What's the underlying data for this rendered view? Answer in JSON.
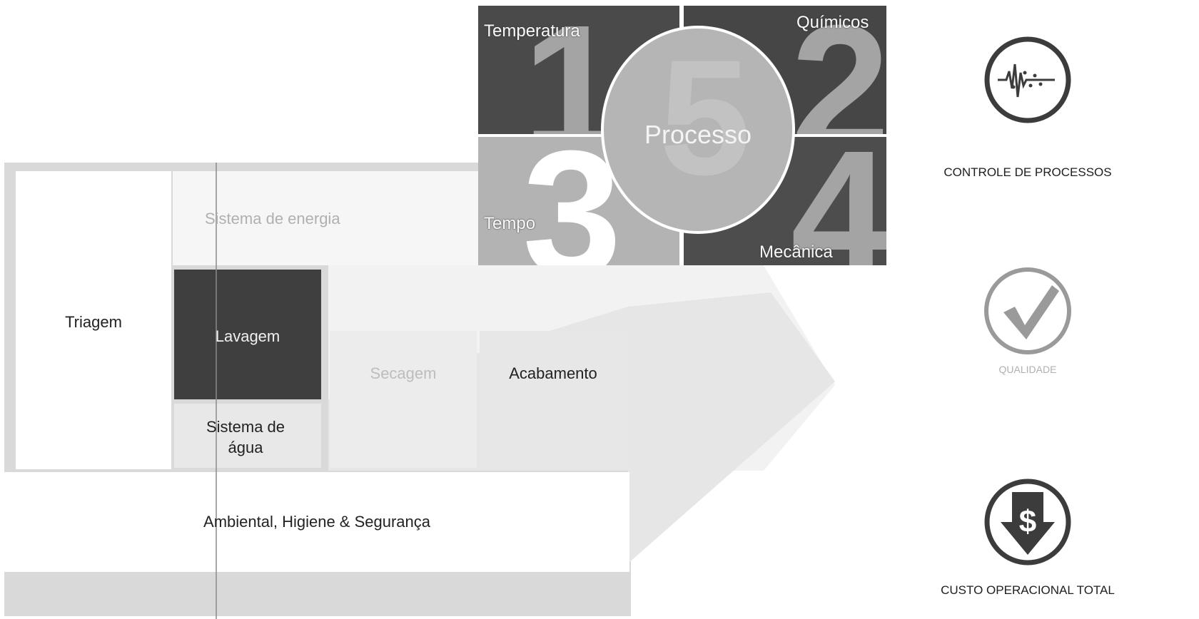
{
  "left_diagram": {
    "triagem": "Triagem",
    "sistema_energia": "Sistema de energia",
    "lavagem": "Lavagem",
    "sistema_agua": "Sistema de água",
    "secagem": "Secagem",
    "acabamento": "Acabamento",
    "ambiental": "Ambiental, Higiene & Segurança"
  },
  "quadrant": {
    "q1_label": "Temperatura",
    "q1_number": "1",
    "q2_label": "Químicos",
    "q2_number": "2",
    "q3_label": "Tempo",
    "q3_number": "3",
    "q4_label": "Mecânica",
    "q4_number": "4",
    "center_label": "Processo",
    "center_number": "5"
  },
  "icons": [
    {
      "icon": "waveform-icon",
      "caption": "CONTROLE DE PROCESSOS"
    },
    {
      "icon": "checkmark-icon",
      "caption": "QUALIDADE"
    },
    {
      "icon": "dollar-down-arrow-icon",
      "caption": "CUSTO OPERACIONAL TOTAL"
    }
  ]
}
